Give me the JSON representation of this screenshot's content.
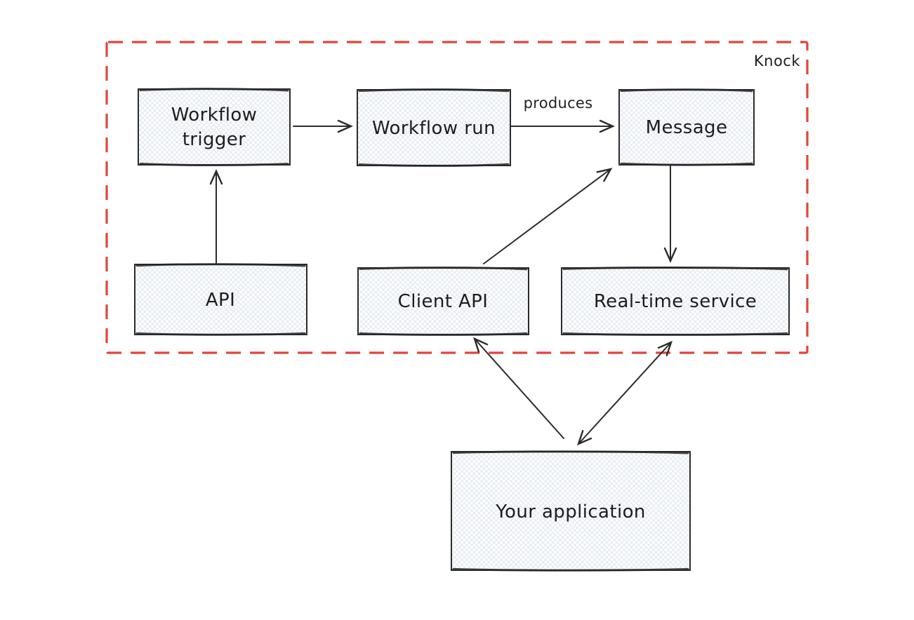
{
  "diagram": {
    "boundary": {
      "label": "Knock",
      "color": "#e0453c"
    },
    "colors": {
      "node_stroke": "#2b2b2b",
      "node_fill_base": "#fcfdfe",
      "node_hatch": "#dfe4ec",
      "text": "#1d1d1d",
      "boundary": "#e0453c"
    },
    "nodes": [
      {
        "id": "workflow-trigger",
        "label": "Workflow trigger",
        "lines": [
          "Workflow",
          "trigger"
        ],
        "inside_boundary": true
      },
      {
        "id": "workflow-run",
        "label": "Workflow run",
        "inside_boundary": true
      },
      {
        "id": "message",
        "label": "Message",
        "inside_boundary": true
      },
      {
        "id": "api",
        "label": "API",
        "inside_boundary": true
      },
      {
        "id": "client-api",
        "label": "Client API",
        "inside_boundary": true
      },
      {
        "id": "realtime-service",
        "label": "Real-time service",
        "inside_boundary": true
      },
      {
        "id": "your-application",
        "label": "Your application",
        "inside_boundary": false
      }
    ],
    "edges": [
      {
        "from": "Workflow trigger",
        "to": "Workflow run",
        "label": "",
        "direction": "one-way"
      },
      {
        "from": "Workflow run",
        "to": "Message",
        "label": "produces",
        "direction": "one-way"
      },
      {
        "from": "API",
        "to": "Workflow trigger",
        "label": "",
        "direction": "one-way"
      },
      {
        "from": "Client API",
        "to": "Message",
        "label": "",
        "direction": "one-way"
      },
      {
        "from": "Message",
        "to": "Real-time service",
        "label": "",
        "direction": "one-way"
      },
      {
        "from": "Your application",
        "to": "Client API",
        "label": "",
        "direction": "one-way"
      },
      {
        "from": "Real-time service",
        "to": "Your application",
        "label": "",
        "direction": "two-way"
      }
    ]
  }
}
